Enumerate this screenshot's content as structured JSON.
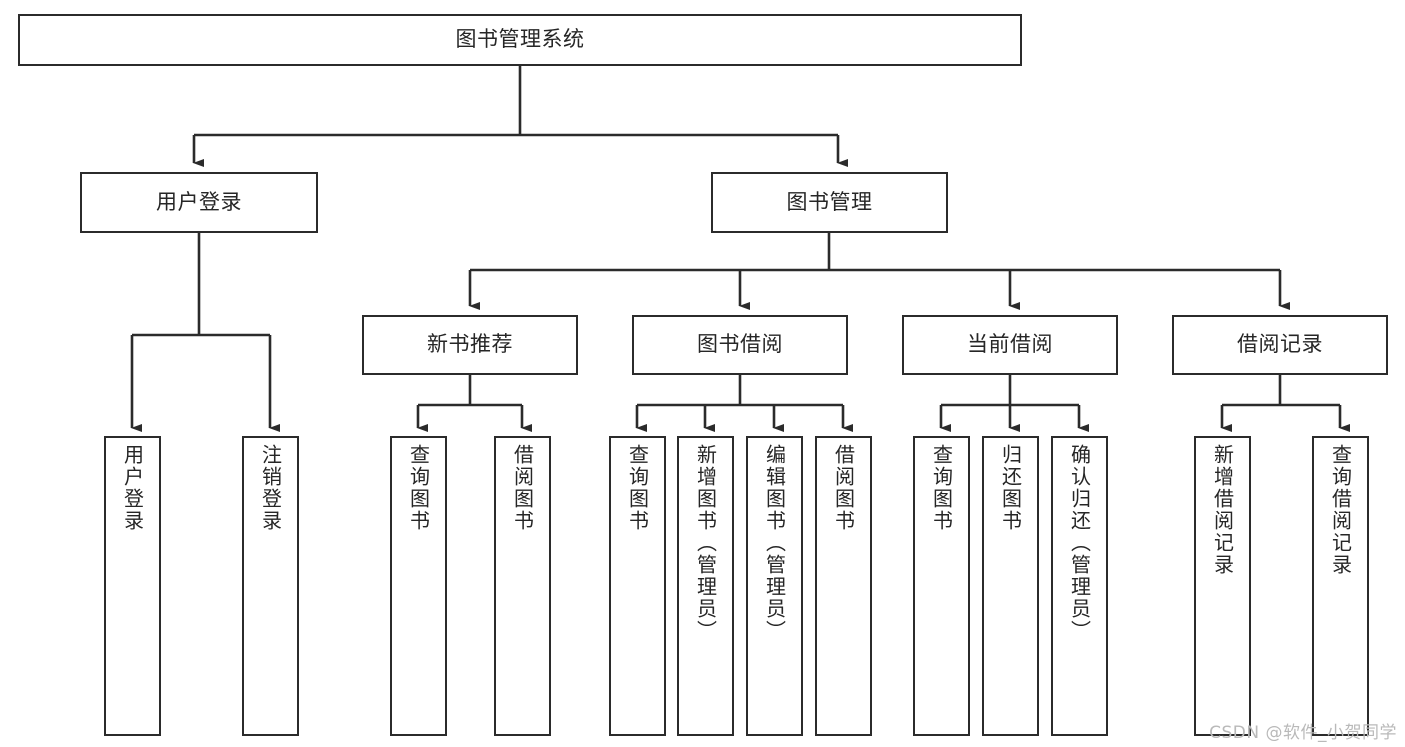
{
  "diagram": {
    "type": "tree-hierarchy",
    "title": "图书管理系统",
    "root": {
      "id": "root",
      "label": "图书管理系统",
      "orientation": "horizontal"
    },
    "level2": [
      {
        "id": "user-login",
        "label": "用户登录",
        "orientation": "horizontal"
      },
      {
        "id": "book-management",
        "label": "图书管理",
        "orientation": "horizontal"
      }
    ],
    "level3": [
      {
        "id": "new-book-recommend",
        "label": "新书推荐",
        "orientation": "horizontal",
        "parent": "book-management"
      },
      {
        "id": "book-borrow",
        "label": "图书借阅",
        "orientation": "horizontal",
        "parent": "book-management"
      },
      {
        "id": "current-borrow",
        "label": "当前借阅",
        "orientation": "horizontal",
        "parent": "book-management"
      },
      {
        "id": "borrow-record",
        "label": "借阅记录",
        "orientation": "horizontal",
        "parent": "book-management"
      }
    ],
    "leaves": [
      {
        "id": "leaf-user-login",
        "label": "用户登录",
        "parent": "user-login"
      },
      {
        "id": "leaf-logout-login",
        "label": "注销登录",
        "parent": "user-login"
      },
      {
        "id": "leaf-query-book-1",
        "label": "查询图书",
        "parent": "new-book-recommend"
      },
      {
        "id": "leaf-borrow-book-1",
        "label": "借阅图书",
        "parent": "new-book-recommend"
      },
      {
        "id": "leaf-query-book-2",
        "label": "查询图书",
        "parent": "book-borrow"
      },
      {
        "id": "leaf-add-book",
        "label": "新增图书（管理员）",
        "parent": "book-borrow"
      },
      {
        "id": "leaf-edit-book",
        "label": "编辑图书（管理员）",
        "parent": "book-borrow"
      },
      {
        "id": "leaf-borrow-book-2",
        "label": "借阅图书",
        "parent": "book-borrow"
      },
      {
        "id": "leaf-query-book-3",
        "label": "查询图书",
        "parent": "current-borrow"
      },
      {
        "id": "leaf-return-book",
        "label": "归还图书",
        "parent": "current-borrow"
      },
      {
        "id": "leaf-confirm-return",
        "label": "确认归还（管理员）",
        "parent": "current-borrow"
      },
      {
        "id": "leaf-add-record",
        "label": "新增借阅记录",
        "parent": "borrow-record"
      },
      {
        "id": "leaf-query-record",
        "label": "查询借阅记录",
        "parent": "borrow-record"
      }
    ],
    "colors": {
      "node_border": "#2b2b2b",
      "node_fill": "#ffffff",
      "edge": "#2b2b2b",
      "text": "#262626",
      "watermark": "#b9b9b9",
      "background": "#ffffff"
    }
  },
  "watermark": {
    "text": "CSDN @软件_小贺同学"
  }
}
